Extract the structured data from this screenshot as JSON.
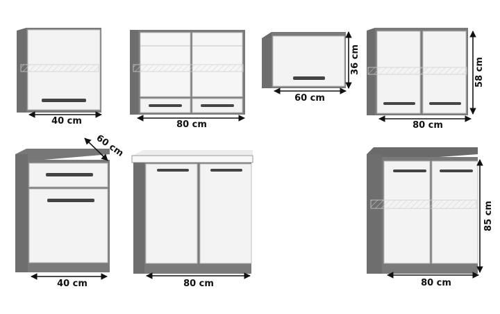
{
  "colors": {
    "carcass": "#7a7a7a",
    "carcass_dark": "#565656",
    "front": "#f3f3f3",
    "front_edge": "#bdbdbd",
    "worktop": "#f7f7f7",
    "handle": "#444444",
    "arrow": "#111111"
  },
  "labels": {
    "w40_top": "40 cm",
    "w80_top_a": "80 cm",
    "w60_top": "60 cm",
    "h36": "36 cm",
    "w80_top_b": "80 cm",
    "h58": "58 cm",
    "d60": "60 cm",
    "w40_bottom": "40 cm",
    "w80_bottom_a": "80 cm",
    "w80_bottom_b": "80 cm",
    "h85": "85 cm"
  }
}
